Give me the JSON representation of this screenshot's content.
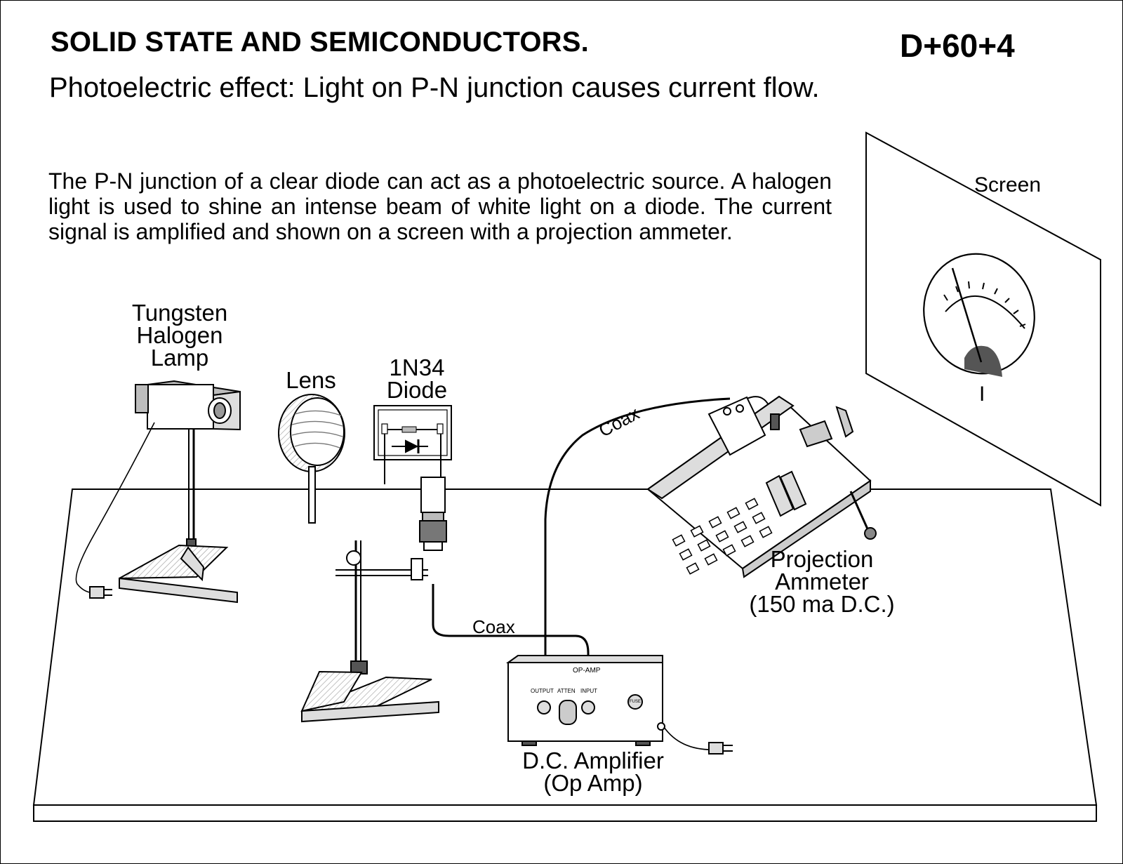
{
  "header": {
    "title": "SOLID STATE AND SEMICONDUCTORS.",
    "code": "D+60+4",
    "subtitle": "Photoelectric effect: Light on P-N junction causes current flow."
  },
  "description": "The P-N junction of a clear diode can act as a photoelectric source. A halogen light is used to shine an intense beam of white light on a diode.  The current signal is amplified and shown on a screen with a projection ammeter.",
  "labels": {
    "lamp": [
      "Tungsten",
      "Halogen",
      "Lamp"
    ],
    "lens": "Lens",
    "diode": [
      "1N34",
      "Diode"
    ],
    "coax_upper": "Coax",
    "coax_lower": "Coax",
    "screen": "Screen",
    "current_symbol": "I",
    "ammeter": [
      "Projection",
      "Ammeter",
      "(150 ma D.C.)"
    ],
    "amplifier": [
      "D.C. Amplifier",
      "(Op Amp)"
    ]
  },
  "amplifier_panel": {
    "name": "OP-AMP",
    "output": "OUTPUT",
    "atten": "ATTEN",
    "input": "INPUT",
    "fuse": "FUSE"
  },
  "colors": {
    "line": "#000000",
    "fill_light": "#e6e6e6",
    "fill_mid": "#bdbdbd",
    "fill_dark": "#555555"
  }
}
